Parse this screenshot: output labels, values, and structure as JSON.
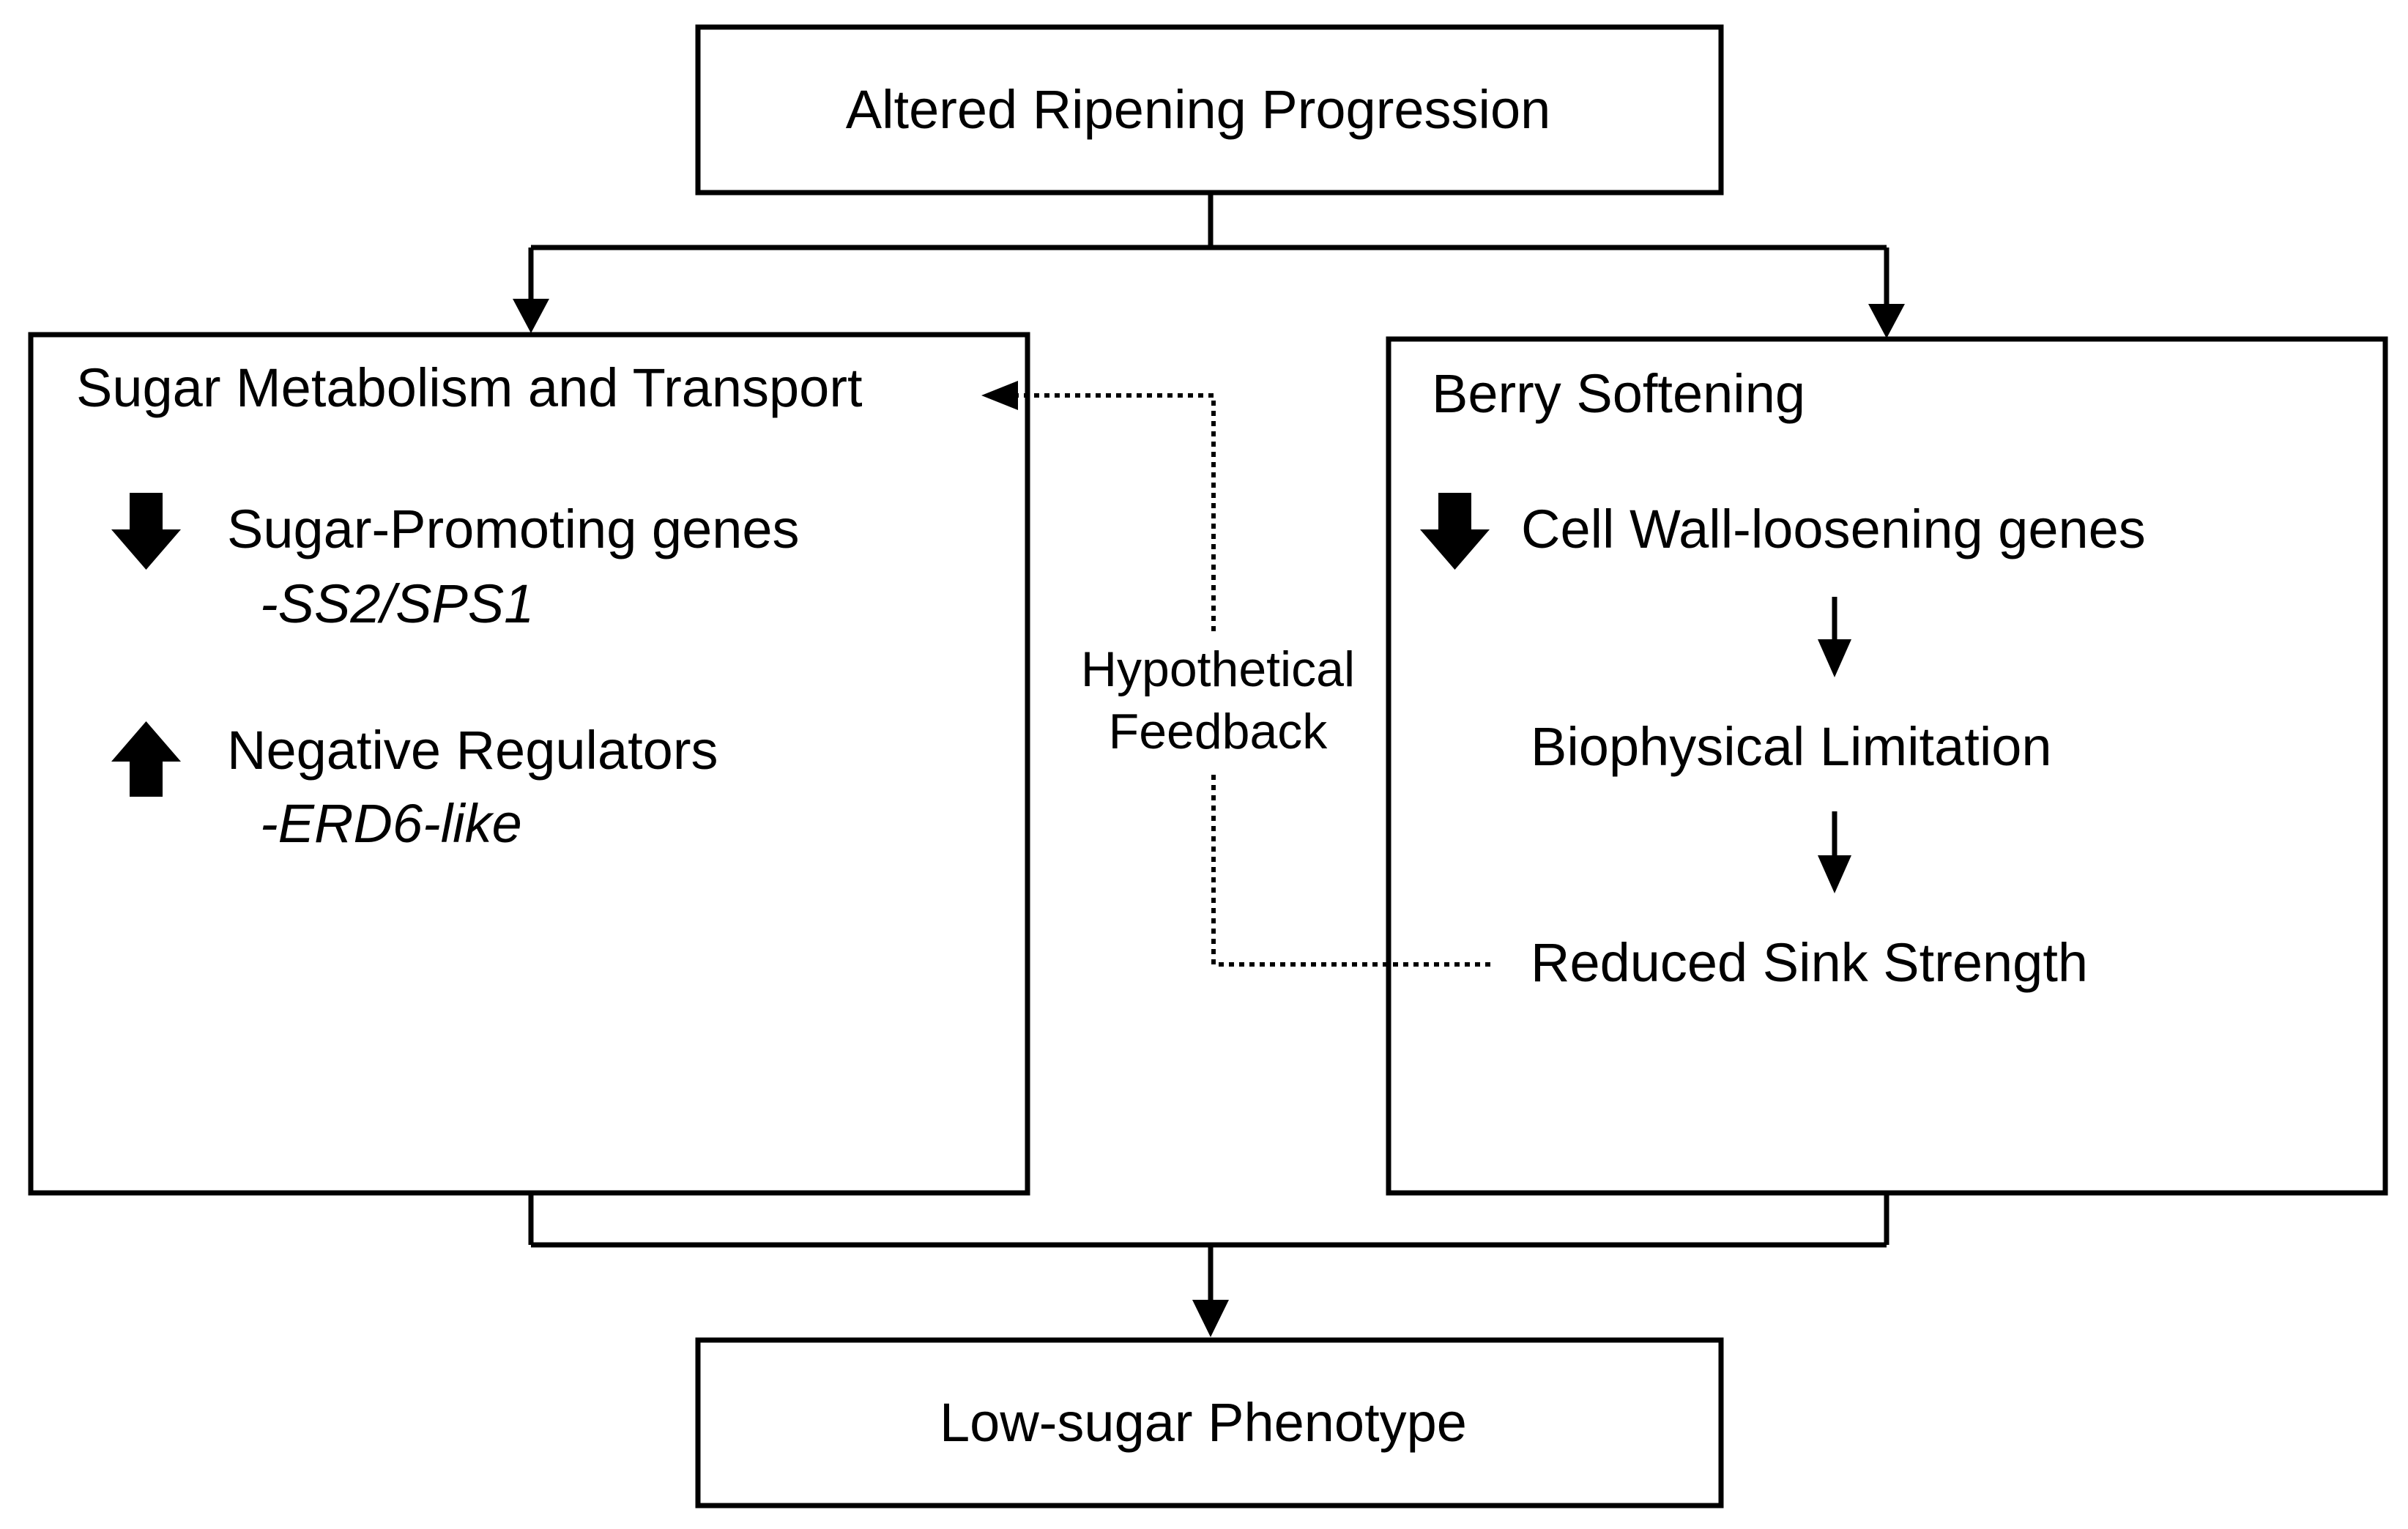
{
  "top_box": {
    "label": "Altered Ripening Progression"
  },
  "bottom_box": {
    "label": "Low-sugar Phenotype"
  },
  "left_box": {
    "title": "Sugar Metabolism and Transport",
    "item1": {
      "direction": "down",
      "label": "Sugar-Promoting genes",
      "genes_prefix": "-",
      "genes": "SS2/SPS1"
    },
    "item2": {
      "direction": "up",
      "label": "Negative Regulators",
      "genes_prefix": "-",
      "genes": "ERD6-like"
    }
  },
  "right_box": {
    "title": "Berry Softening",
    "step1": {
      "direction": "down",
      "label": "Cell Wall-loosening genes"
    },
    "step2": {
      "label": "Biophysical Limitation"
    },
    "step3": {
      "label": "Reduced Sink Strength"
    }
  },
  "feedback": {
    "line1": "Hypothetical",
    "line2": "Feedback"
  }
}
